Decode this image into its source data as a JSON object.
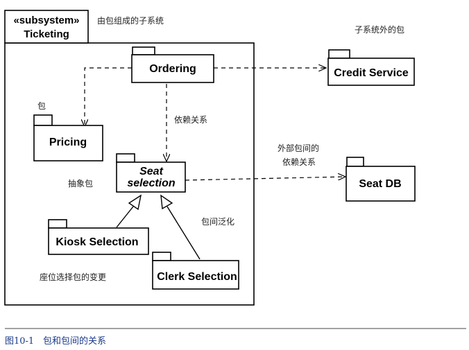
{
  "subsystem": {
    "stereotype": "«subsystem»",
    "name": "Ticketing"
  },
  "packages": {
    "ordering": "Ordering",
    "pricing": "Pricing",
    "seat_selection_line1": "Seat",
    "seat_selection_line2": "selection",
    "kiosk_selection": "Kiosk Selection",
    "clerk_selection": "Clerk Selection",
    "credit_service": "Credit Service",
    "seat_db": "Seat DB"
  },
  "annotations": {
    "subsystem_of_packages": "由包组成的子系统",
    "external_package": "子系统外的包",
    "package": "包",
    "dependency": "依赖关系",
    "external_dependency_line1": "外部包间的",
    "external_dependency_line2": "依赖关系",
    "abstract_package": "抽象包",
    "generalization": "包间泛化",
    "variants": "座位选择包的变更"
  },
  "caption": {
    "label": "图10-1",
    "text": "包和包间的关系"
  }
}
